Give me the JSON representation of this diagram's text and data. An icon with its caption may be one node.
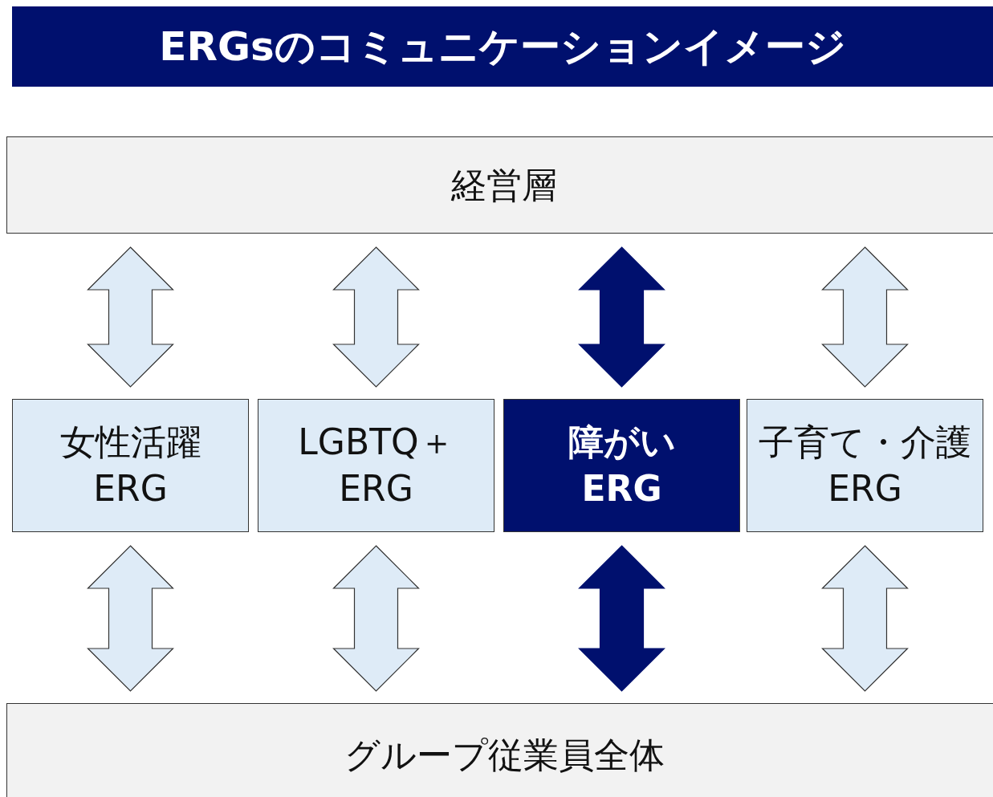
{
  "diagram": {
    "title": "ERGsのコミュニケーションイメージ",
    "nodes": [
      {
        "text": [
          "経営層"
        ]
      },
      {
        "text": [
          "女性活躍 ERG"
        ]
      },
      {
        "text": [
          "LGBTQ＋ ERG"
        ]
      },
      {
        "text": [
          "障がい ERG"
        ]
      },
      {
        "text": [
          "子育て・介護 ERG"
        ]
      },
      {
        "text": [
          "グループ従業員全体"
        ]
      }
    ],
    "edges": [
      {
        "from": 0,
        "to": 1,
        "arrow": "both"
      },
      {
        "from": 0,
        "to": 2,
        "arrow": "both"
      },
      {
        "from": 0,
        "to": 3,
        "arrow": "both",
        "color": "#00106e"
      },
      {
        "from": 0,
        "to": 4,
        "arrow": "both"
      },
      {
        "from": 1,
        "to": 5,
        "arrow": "both"
      },
      {
        "from": 2,
        "to": 5,
        "arrow": "both"
      },
      {
        "from": 3,
        "to": 5,
        "arrow": "both",
        "color": "#00106e"
      },
      {
        "from": 4,
        "to": 5,
        "arrow": "both"
      }
    ]
  }
}
